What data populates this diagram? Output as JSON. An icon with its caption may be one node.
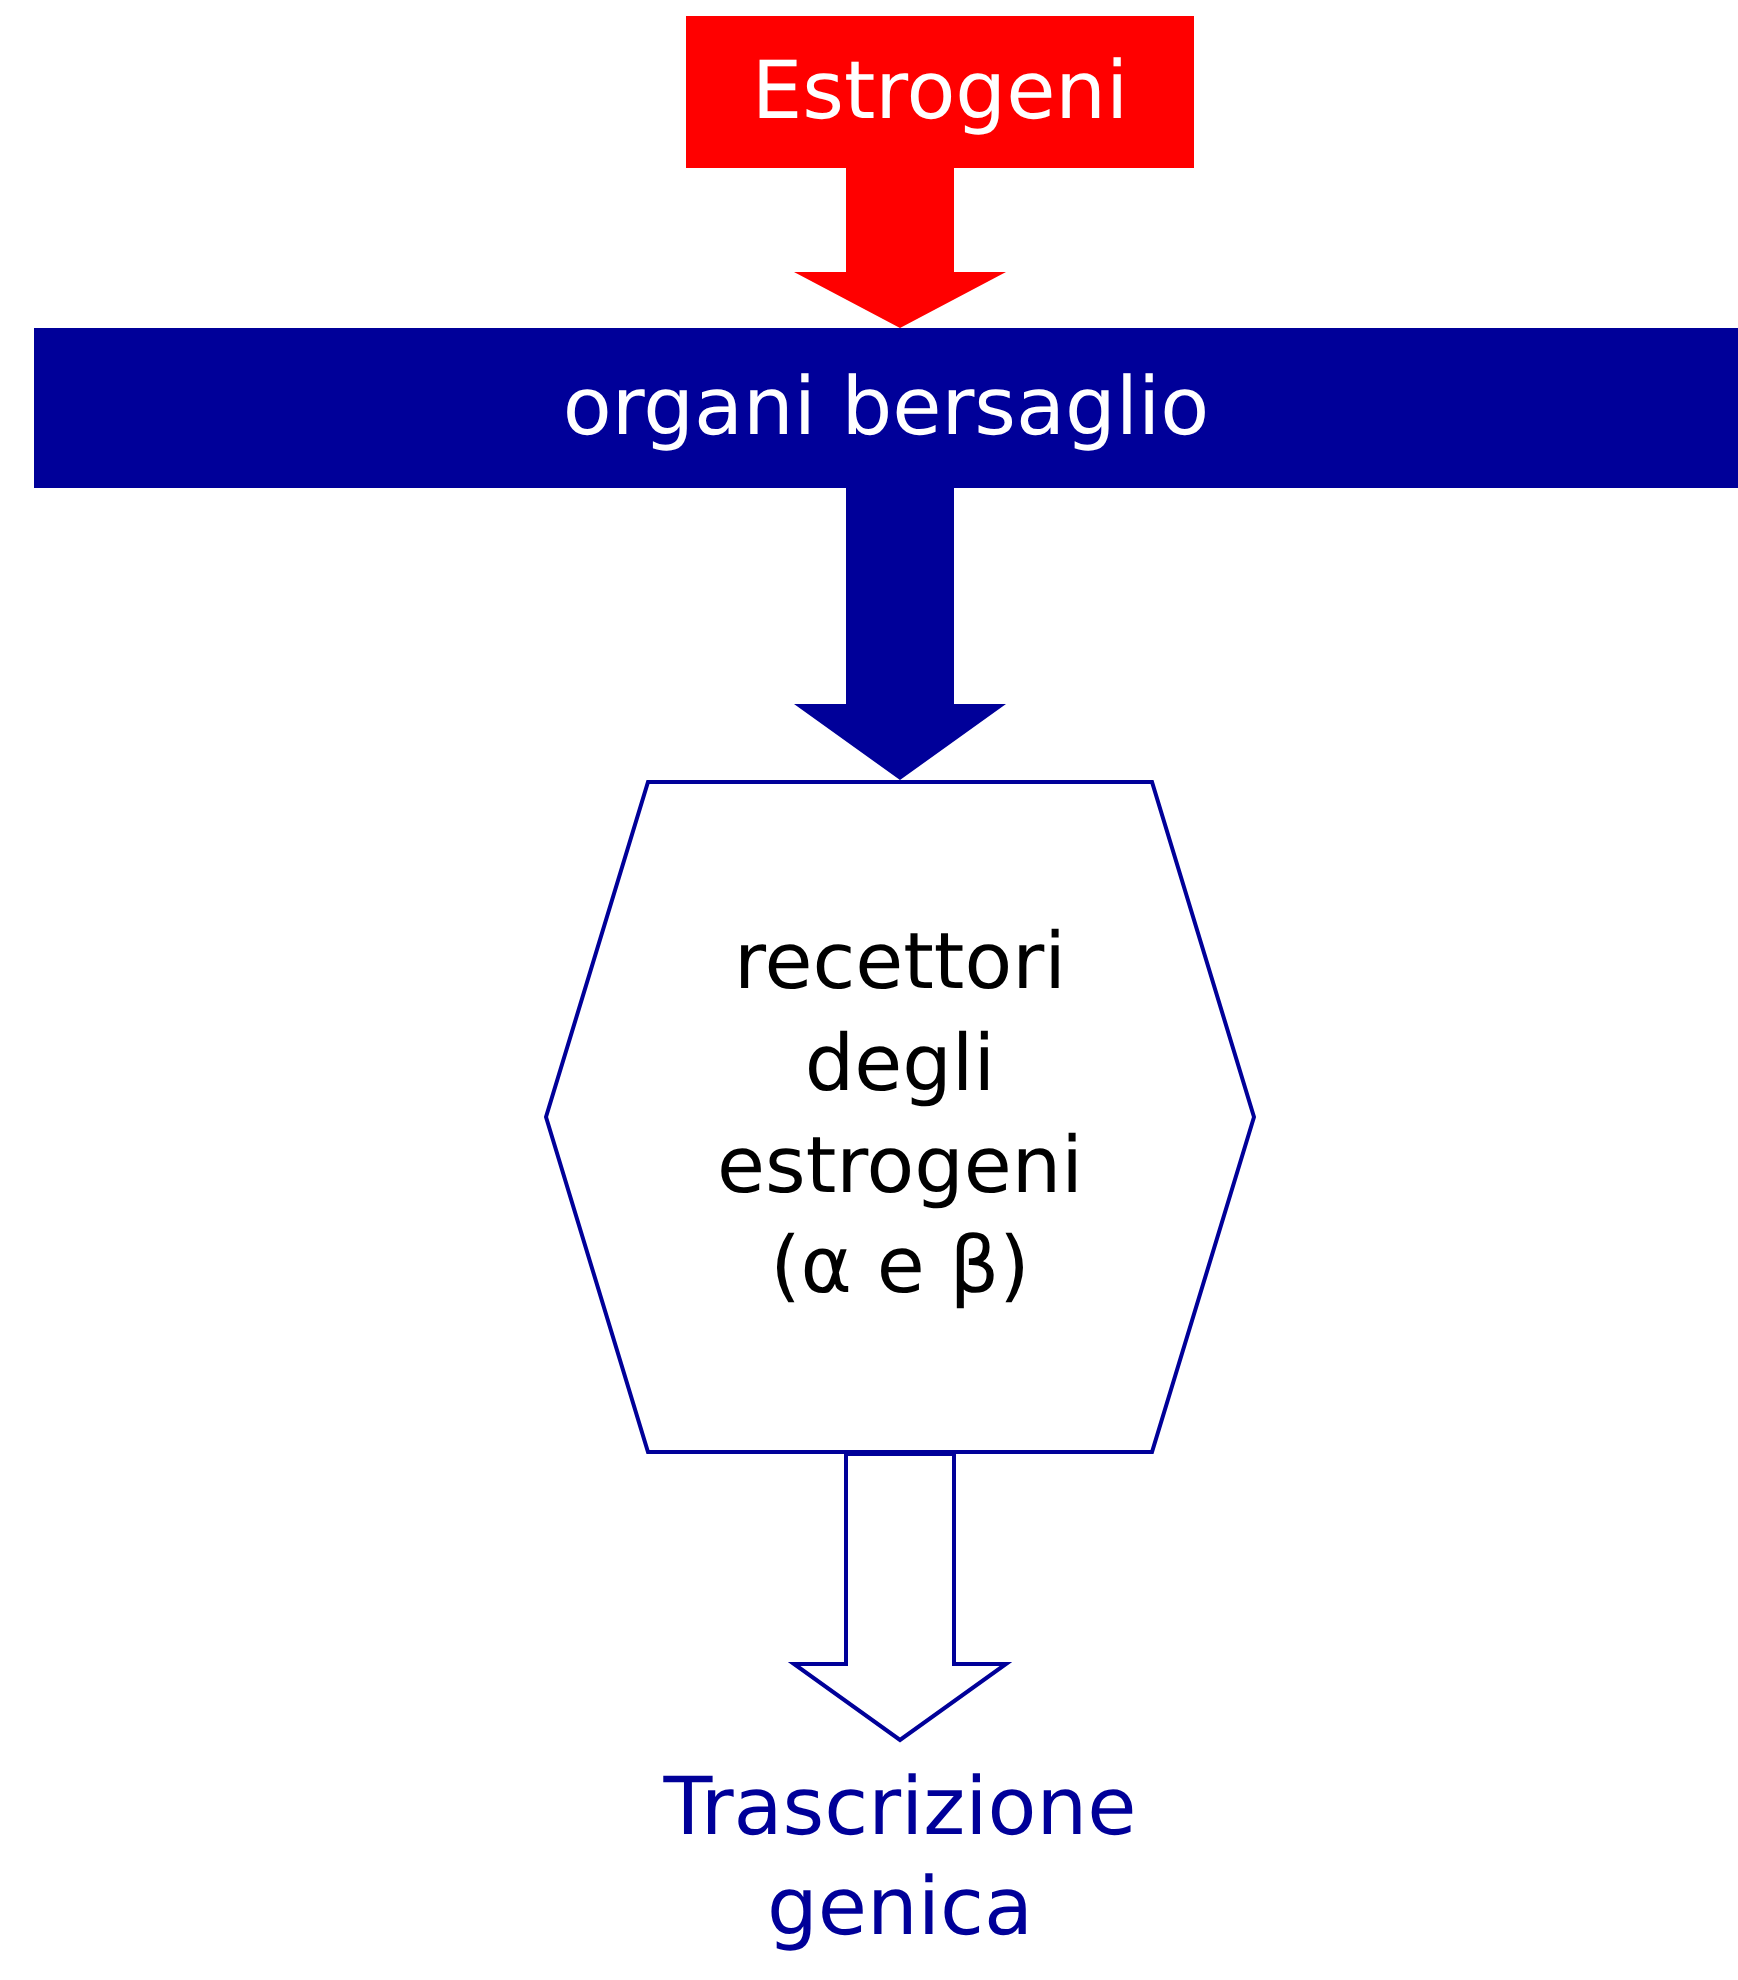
{
  "diagram": {
    "nodes": [
      {
        "text": [
          "Estrogeni"
        ]
      },
      {
        "text": [
          "organi bersaglio"
        ]
      },
      {
        "text": [
          "recettori degli estrogeni (α e β)"
        ]
      },
      {
        "text": [
          "Trascrizione genica"
        ]
      }
    ],
    "edges": [
      {
        "from": 0,
        "to": 1,
        "arrow": "to",
        "style": "thick",
        "color": "#ff0000"
      },
      {
        "from": 1,
        "to": 2,
        "arrow": "to",
        "style": "thick"
      },
      {
        "from": 2,
        "to": 3,
        "arrow": "to"
      }
    ]
  }
}
